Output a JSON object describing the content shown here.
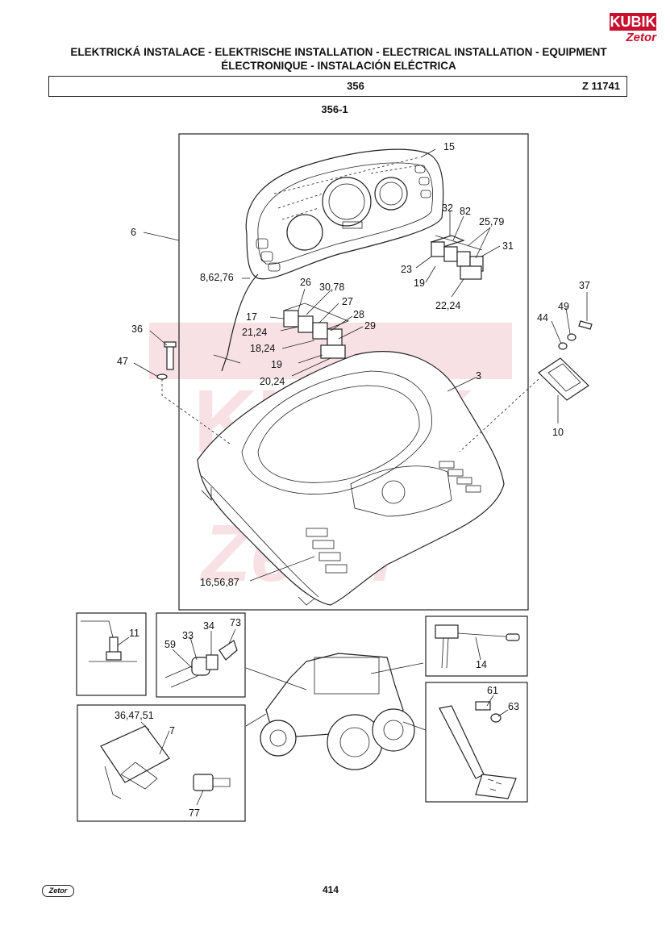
{
  "logo": {
    "brand": "KUBIK",
    "sub": "Zetor"
  },
  "header": {
    "title_line1": "ELEKTRICKÁ INSTALACE - ELEKTRISCHE INSTALLATION - ELECTRICAL INSTALLATION - EQUIPMENT",
    "title_line2": "ÉLECTRONIQUE - INSTALACIÓN ELÉCTRICA",
    "group": "356",
    "drawing_number": "Z 11741"
  },
  "subfigure": "356-1",
  "callouts": {
    "c15": "15",
    "c6": "6",
    "c32": "32",
    "c82": "82",
    "c25_79": "25,79",
    "c31": "31",
    "c23": "23",
    "c19a": "19",
    "c22_24": "22,24",
    "c8_62_76": "8,62,76",
    "c26": "26",
    "c30_78": "30,78",
    "c27": "27",
    "c17": "17",
    "c28": "28",
    "c21_24": "21,24",
    "c29": "29",
    "c18_24": "18,24",
    "c19b": "19",
    "c20_24": "20,24",
    "c36": "36",
    "c47": "47",
    "c37": "37",
    "c44": "44",
    "c49": "49",
    "c3": "3",
    "c10": "10",
    "c16_56_87": "16,56,87",
    "c11": "11",
    "c73": "73",
    "c34": "34",
    "c33": "33",
    "c59": "59",
    "c14": "14",
    "c61": "61",
    "c63": "63",
    "c36_47_51": "36,47,51",
    "c7": "7",
    "c77": "77"
  },
  "footer": {
    "page": "414",
    "logo": "Zetor"
  }
}
